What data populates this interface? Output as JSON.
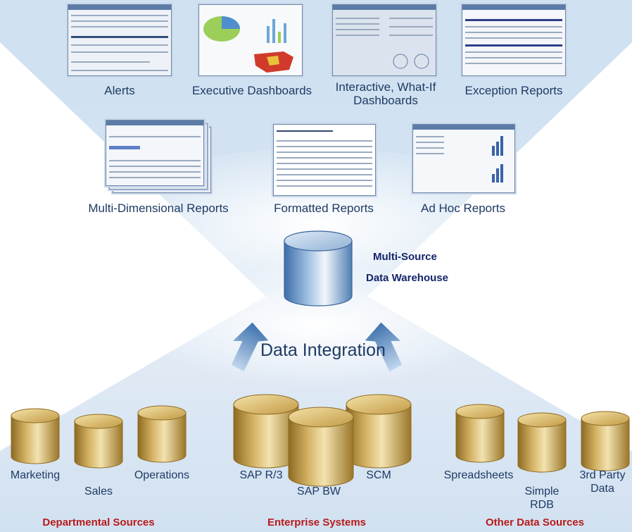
{
  "report_types": [
    {
      "label": "Alerts"
    },
    {
      "label": "Executive Dashboards"
    },
    {
      "label": "Interactive, What-If\nDashboards"
    },
    {
      "label": "Exception Reports"
    },
    {
      "label": "Multi-Dimensional Reports"
    },
    {
      "label": "Formatted Reports"
    },
    {
      "label": "Ad Hoc Reports"
    }
  ],
  "warehouse": {
    "line1": "Multi-Source",
    "line2": "Data Warehouse"
  },
  "integration": "Data Integration",
  "sources": {
    "departmental": {
      "title": "Departmental Sources",
      "items": [
        "Marketing",
        "Sales",
        "Operations"
      ]
    },
    "enterprise": {
      "title": "Enterprise Systems",
      "items": [
        "SAP R/3",
        "SAP BW",
        "SCM"
      ]
    },
    "other": {
      "title": "Other Data Sources",
      "items": [
        "Spreadsheets",
        "Simple\nRDB",
        "3rd Party\nData"
      ]
    }
  },
  "colors": {
    "label": "#1f3a64",
    "group_title": "#b81a1a",
    "warehouse_text": "#15246a",
    "cylinder_gold": "#c8a455",
    "warehouse_blue": "#6b96c6"
  }
}
